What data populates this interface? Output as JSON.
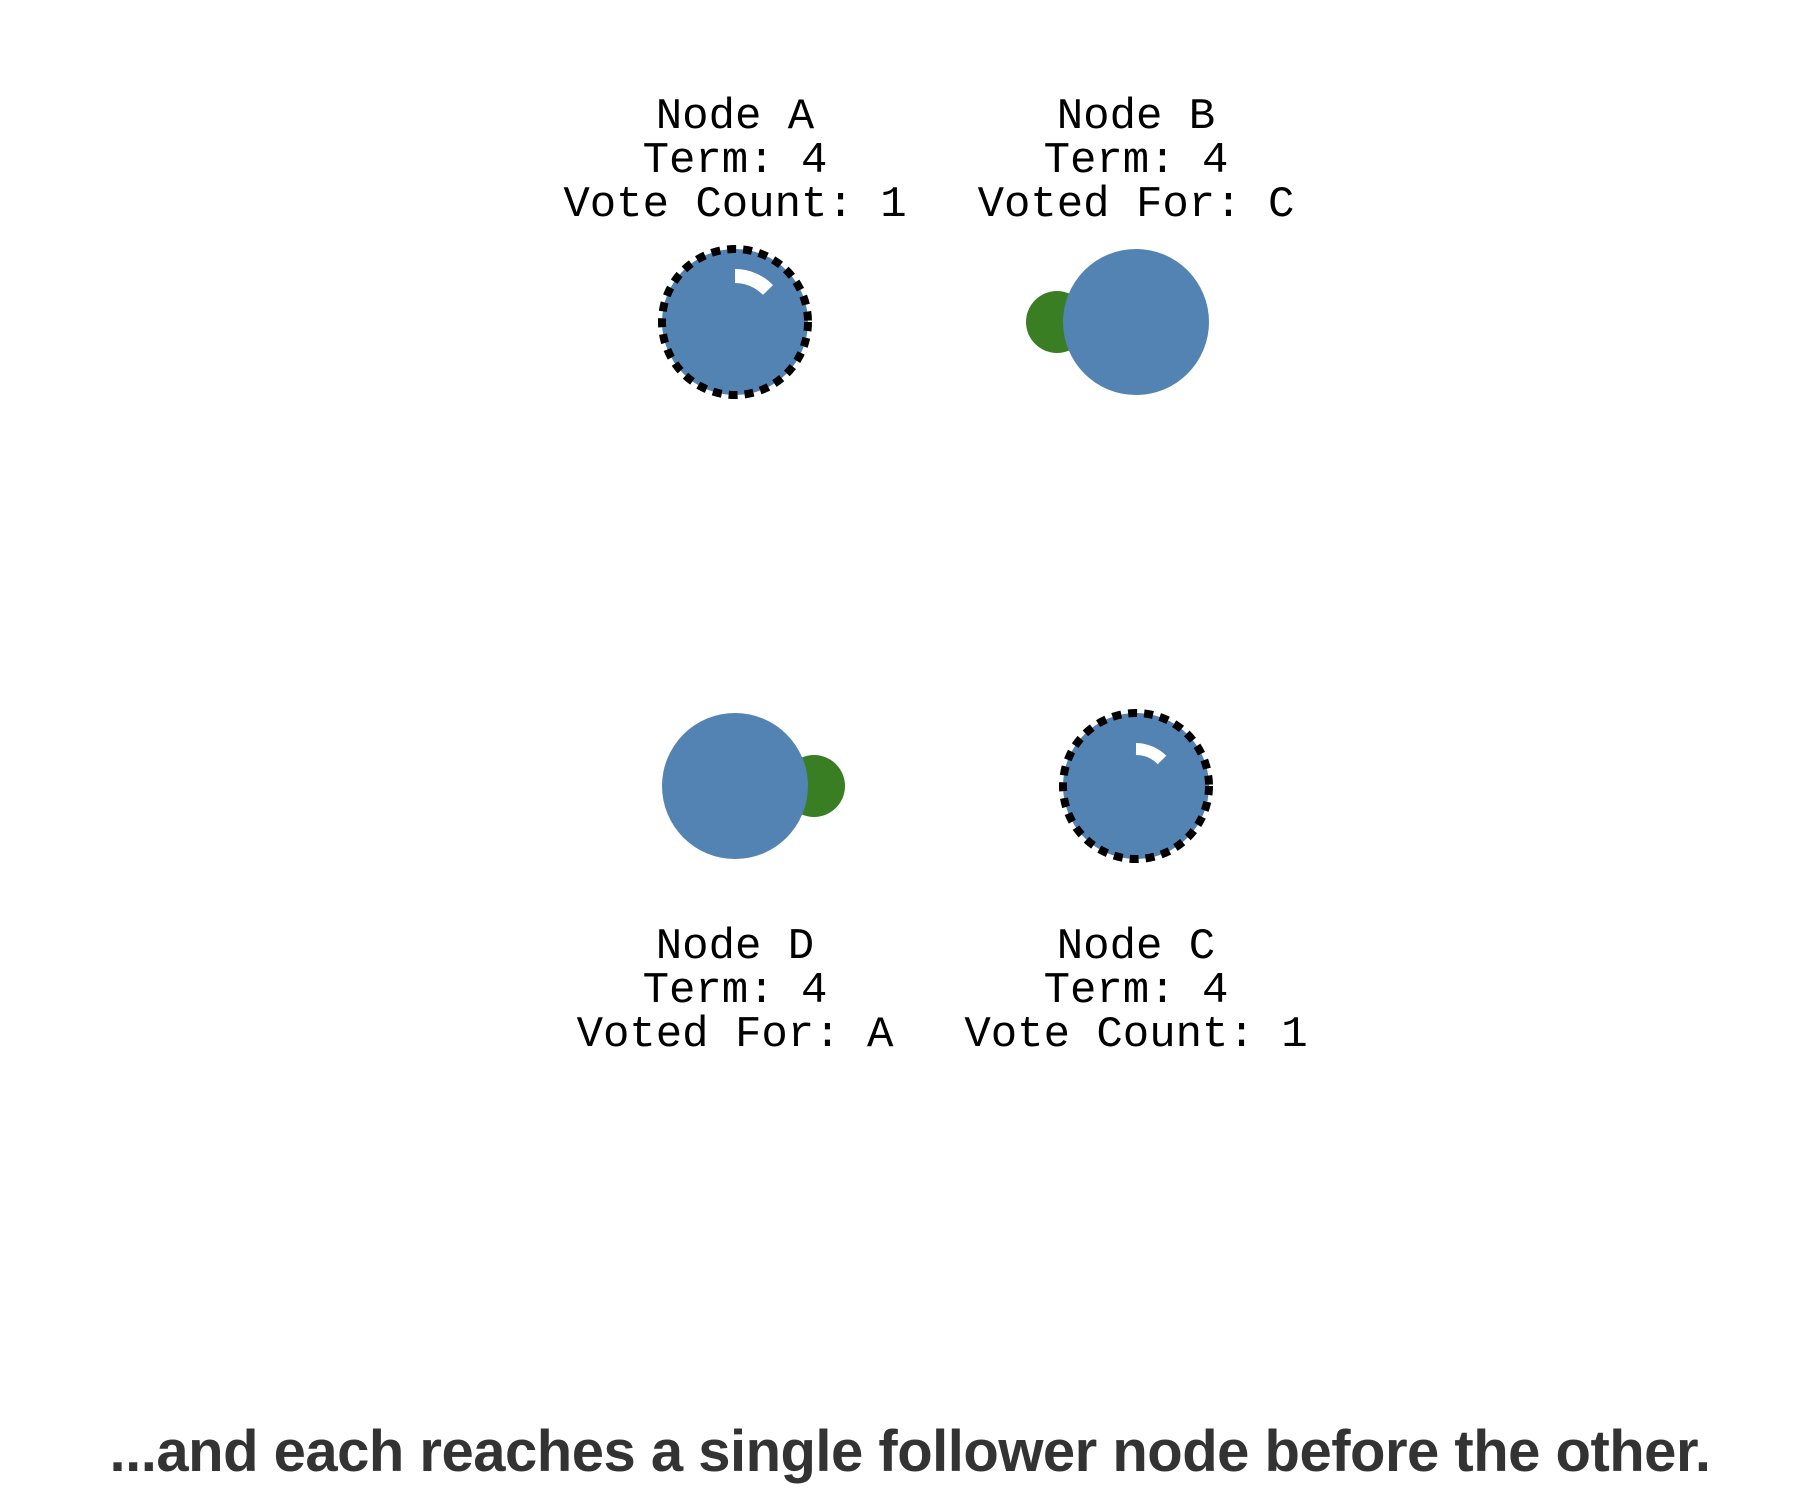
{
  "colors": {
    "node_fill": "#5383B3",
    "vote_fill": "#3A7E24",
    "candidate_ring": "#000000",
    "timer_arc": "#FFFFFF",
    "caption_text": "#333333"
  },
  "nodes": [
    {
      "id": "A",
      "name": "Node A",
      "term": "Term: 4",
      "status": "Vote Count: 1",
      "role": "candidate",
      "icon": "election-timer-arc",
      "label_position": "above"
    },
    {
      "id": "B",
      "name": "Node B",
      "term": "Term: 4",
      "status": "Voted For: C",
      "role": "follower",
      "icon": "vote-message-dot",
      "vote_side": "left",
      "label_position": "above"
    },
    {
      "id": "D",
      "name": "Node D",
      "term": "Term: 4",
      "status": "Voted For: A",
      "role": "follower",
      "icon": "vote-message-dot",
      "vote_side": "right",
      "label_position": "below"
    },
    {
      "id": "C",
      "name": "Node C",
      "term": "Term: 4",
      "status": "Vote Count: 1",
      "role": "candidate",
      "icon": "election-timer-arc",
      "label_position": "below"
    }
  ],
  "caption": "...and each reaches a single follower node before the other."
}
